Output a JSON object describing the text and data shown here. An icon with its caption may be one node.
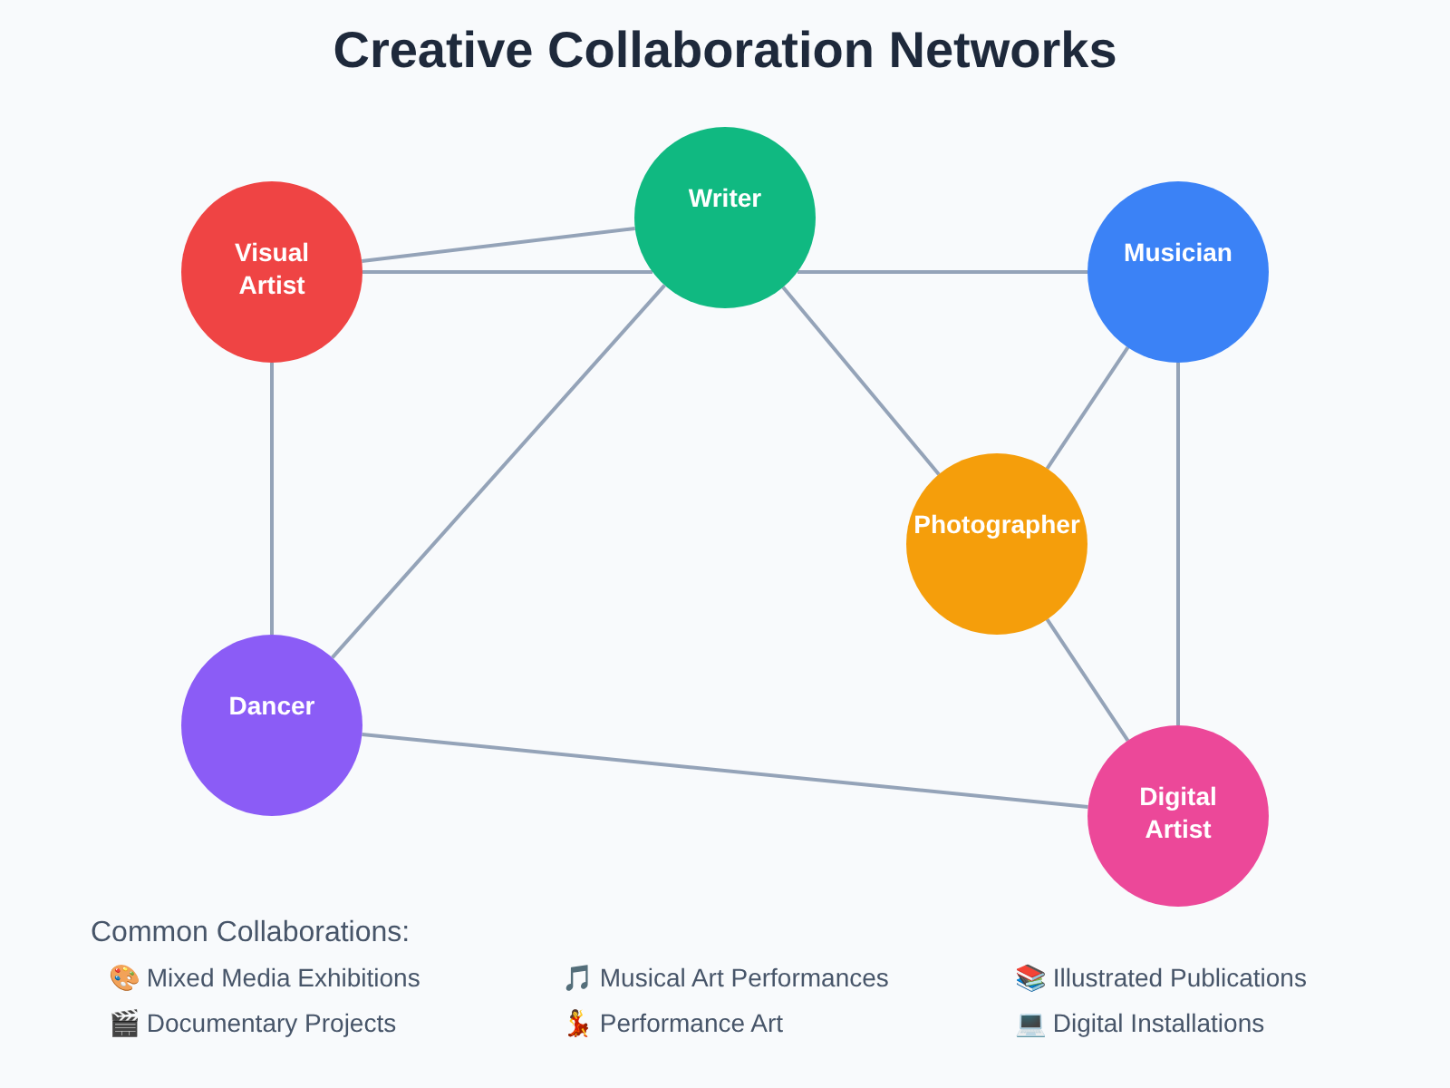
{
  "diagram": {
    "title": "Creative Collaboration Networks",
    "nodes": [
      {
        "text": [
          "Visual Artist"
        ]
      },
      {
        "text": [
          "Writer"
        ]
      },
      {
        "text": [
          "Musician"
        ]
      },
      {
        "text": [
          "Photographer"
        ]
      },
      {
        "text": [
          "Dancer"
        ]
      },
      {
        "text": [
          "Digital Artist"
        ]
      }
    ],
    "edges": [
      {
        "from": 0,
        "to": 1,
        "arrow": "none"
      },
      {
        "from": 0,
        "to": 1,
        "arrow": "none"
      },
      {
        "from": 1,
        "to": 2,
        "arrow": "none"
      },
      {
        "from": 1,
        "to": 4,
        "arrow": "none"
      },
      {
        "from": 1,
        "to": 3,
        "arrow": "none"
      },
      {
        "from": 2,
        "to": 3,
        "arrow": "none"
      },
      {
        "from": 2,
        "to": 5,
        "arrow": "none"
      },
      {
        "from": 3,
        "to": 5,
        "arrow": "none"
      },
      {
        "from": 0,
        "to": 4,
        "arrow": "none"
      },
      {
        "from": 4,
        "to": 5,
        "arrow": "none"
      }
    ],
    "labels": [
      "Common Collaborations:",
      "🎨 Mixed Media Exhibitions",
      "🎵 Musical Art Performances",
      "📚 Illustrated Publications",
      "🎬 Documentary Projects",
      "💃 Performance Art",
      "💻 Digital Installations"
    ]
  }
}
